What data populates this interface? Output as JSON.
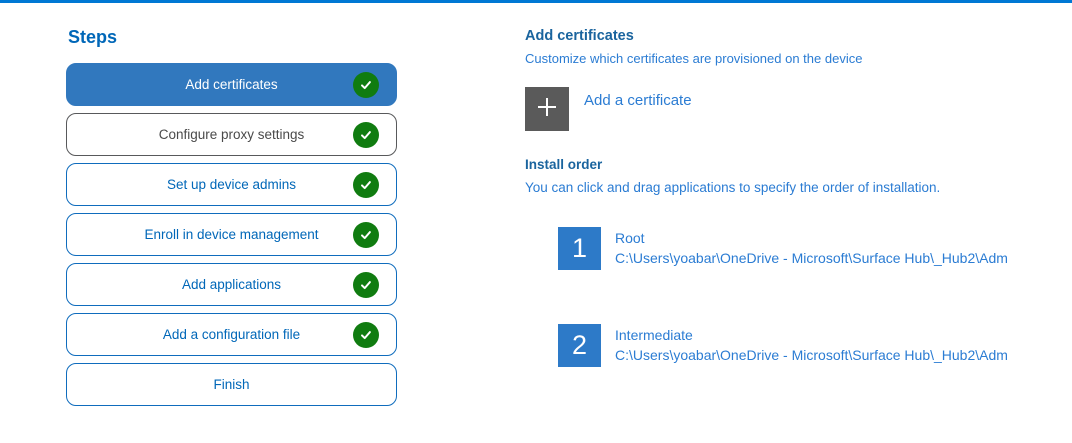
{
  "accent": {
    "top_border_color": "#0078d4"
  },
  "colors": {
    "selected_step_bg": "#3178be",
    "step_border_blue": "#0f6cbd",
    "step_border_gray": "#58595b",
    "step_text_blue": "#0067b8",
    "heading_blue": "#1a649e",
    "body_text_blue": "#2b7cd3",
    "check_green": "#107c10",
    "plus_square_gray": "#5a5a5a",
    "number_square_blue": "#2d7ac8"
  },
  "steps_panel": {
    "title": "Steps",
    "steps": [
      {
        "label": "Add certificates",
        "state": "selected",
        "completed": true
      },
      {
        "label": "Configure proxy settings",
        "state": "neutral",
        "completed": true
      },
      {
        "label": "Set up device admins",
        "state": "normal",
        "completed": true
      },
      {
        "label": "Enroll in device management",
        "state": "normal",
        "completed": true
      },
      {
        "label": "Add applications",
        "state": "normal",
        "completed": true
      },
      {
        "label": "Add a configuration file",
        "state": "normal",
        "completed": true
      },
      {
        "label": "Finish",
        "state": "normal",
        "completed": false
      }
    ]
  },
  "content": {
    "heading": "Add certificates",
    "subheading": "Customize which certificates are provisioned on the device",
    "add_button": {
      "icon": "plus-icon",
      "label": "Add a certificate"
    },
    "install_order": {
      "heading": "Install order",
      "description": "You can click and drag applications to specify the order of installation.",
      "items": [
        {
          "number": "1",
          "name": "Root",
          "path": "C:\\Users\\yoabar\\OneDrive - Microsoft\\Surface Hub\\_Hub2\\Adm"
        },
        {
          "number": "2",
          "name": "Intermediate",
          "path": "C:\\Users\\yoabar\\OneDrive - Microsoft\\Surface Hub\\_Hub2\\Adm"
        }
      ]
    }
  }
}
